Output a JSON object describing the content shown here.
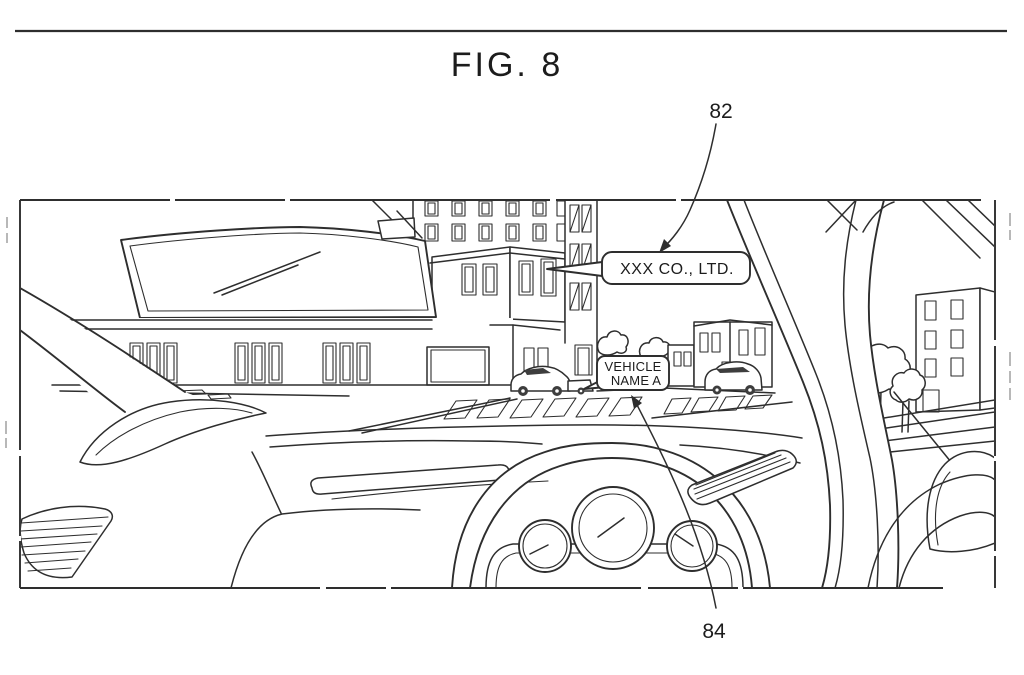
{
  "page": {
    "line_color": "#2e2e2e",
    "background": "#ffffff"
  },
  "figure": {
    "title": "FIG. 8"
  },
  "callouts": {
    "ref_82": "82",
    "ref_84": "84",
    "company_sign": "XXX CO., LTD.",
    "vehicle_name_line1": "VEHICLE",
    "vehicle_name_line2": "NAME A"
  }
}
